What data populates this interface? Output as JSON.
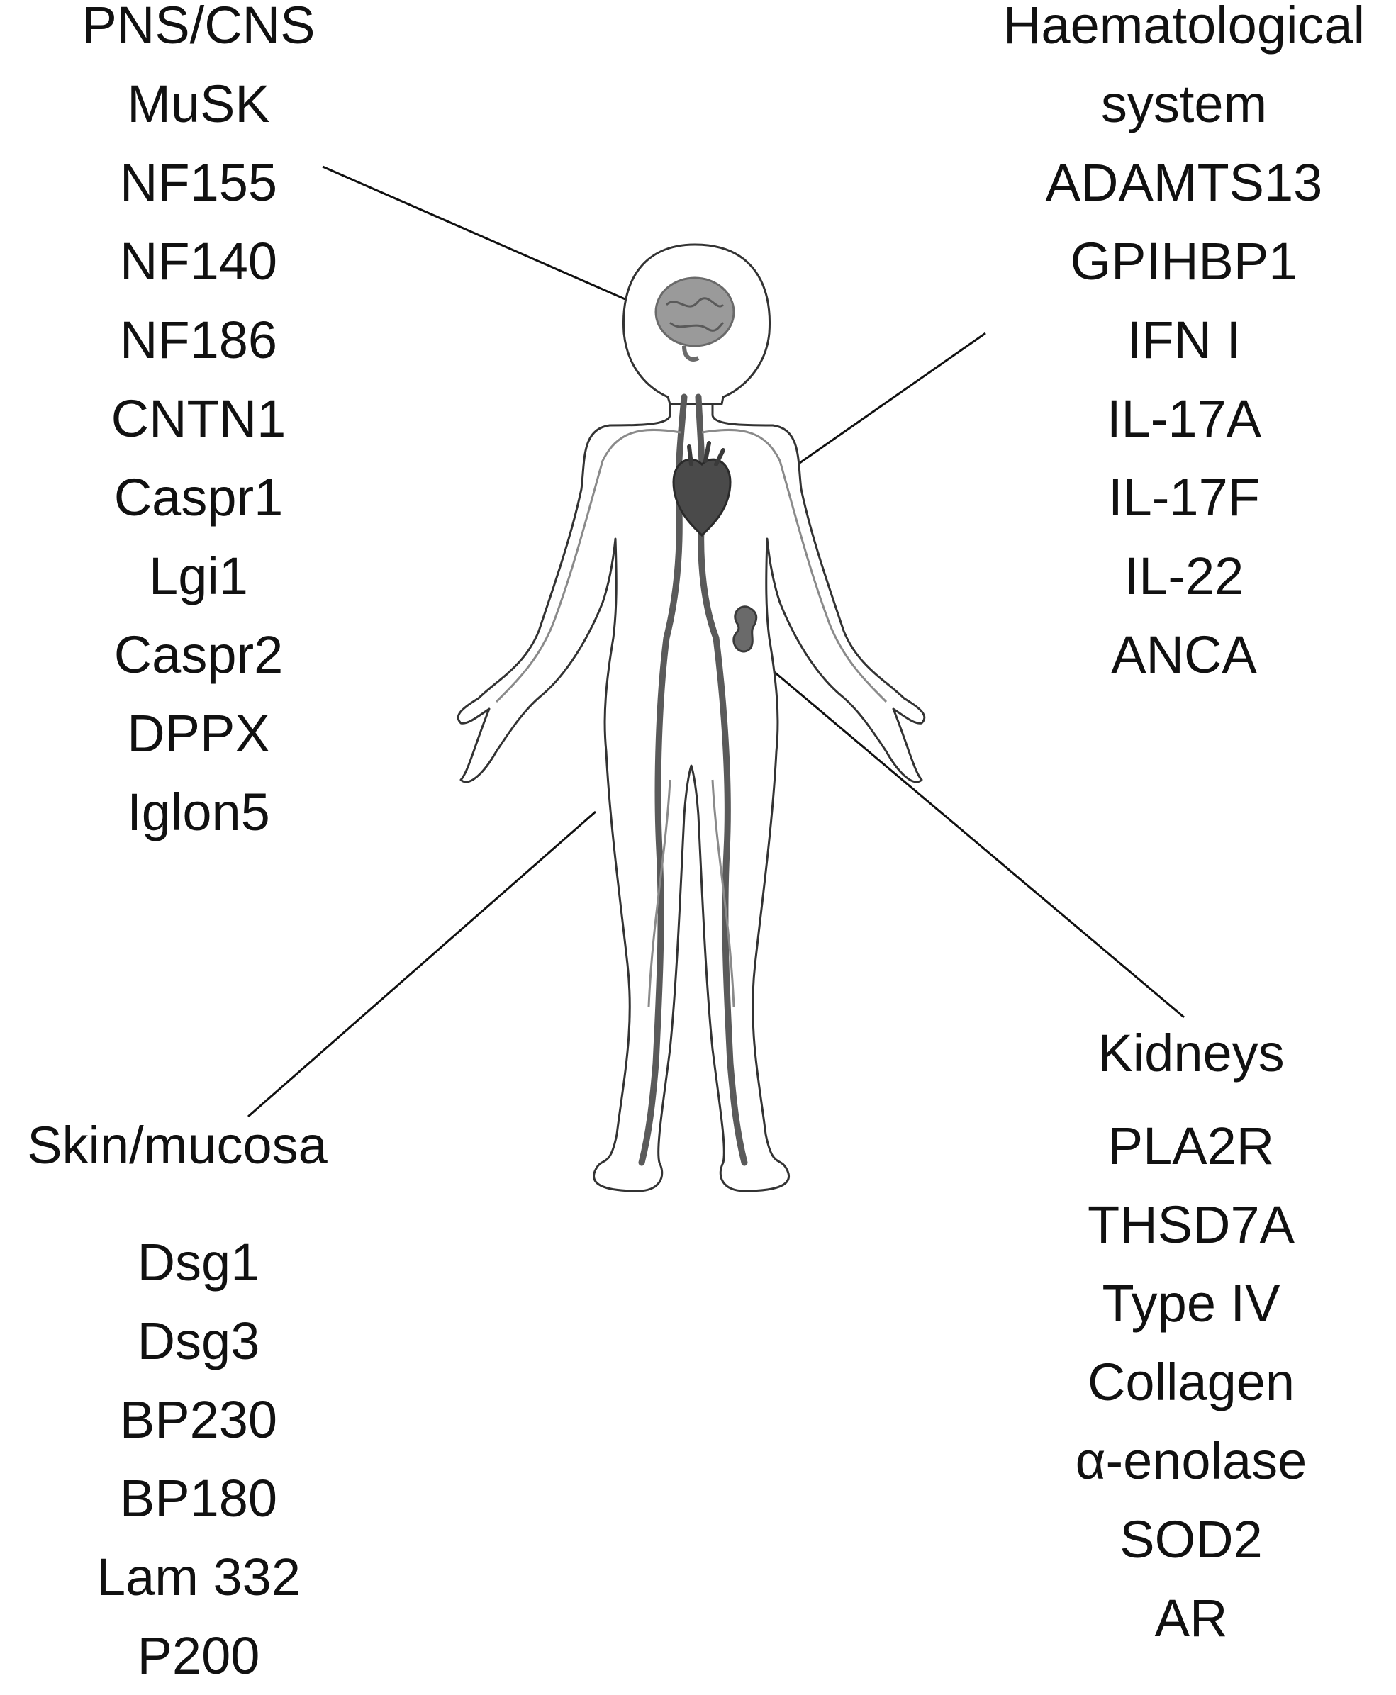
{
  "groups": {
    "pns_cns": {
      "heading": "PNS/CNS",
      "items": [
        "MuSK",
        "NF155",
        "NF140",
        "NF186",
        "CNTN1",
        "Caspr1",
        "Lgi1",
        "Caspr2",
        "DPPX",
        "Iglon5"
      ]
    },
    "haematological": {
      "heading_line1": "Haematological",
      "heading_line2": "system",
      "items": [
        "ADAMTS13",
        "GPIHBP1",
        "IFN I",
        "IL-17A",
        "IL-17F",
        "IL-22",
        "ANCA"
      ]
    },
    "skin_mucosa": {
      "heading": "Skin/mucosa",
      "items": [
        "Dsg1",
        "Dsg3",
        "BP230",
        "BP180",
        "Lam 332",
        "P200"
      ]
    },
    "kidneys": {
      "heading": "Kidneys",
      "items": [
        "PLA2R",
        "THSD7A",
        "Type IV",
        "Collagen",
        "α-enolase",
        "SOD2",
        "AR"
      ]
    }
  },
  "icons": {
    "body": "human-body-icon",
    "brain": "brain-icon",
    "heart": "heart-icon",
    "kidney": "kidney-icon"
  },
  "colors": {
    "text": "#111111",
    "outline": "#333333",
    "vessel": "#5a5a5a",
    "organ": "#7a7a7a"
  }
}
